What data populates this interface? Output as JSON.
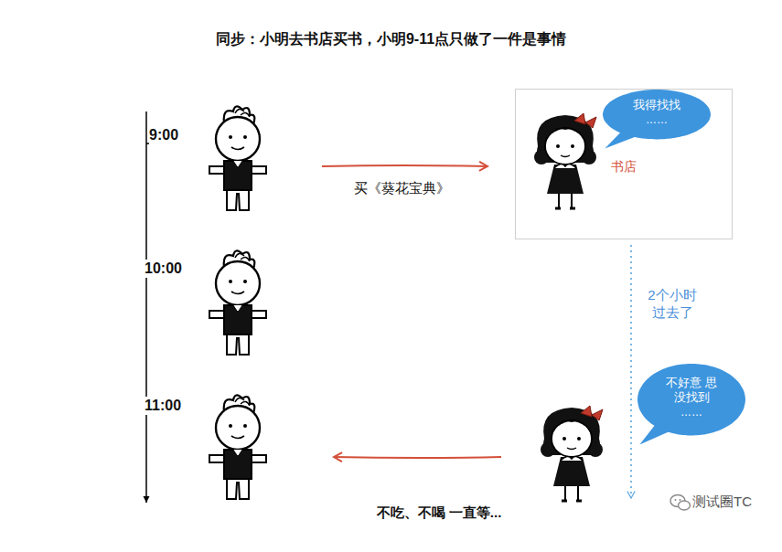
{
  "diagram": {
    "title": "同步：小明去书店买书，小明9-11点只做了一件是事情",
    "nodes": [
      {
        "text": [
          "书店"
        ]
      },
      {
        "text": [
          "我得找找",
          "……"
        ],
        "in": 0
      },
      {
        "text": [
          "不好意 思没找到",
          "……"
        ]
      }
    ],
    "labels": [
      "9:00",
      "10:00",
      "11:00",
      "买《葵花宝典》",
      "2个小时 过去了",
      "不吃、不喝 一直等...",
      "测试圈TC"
    ]
  }
}
